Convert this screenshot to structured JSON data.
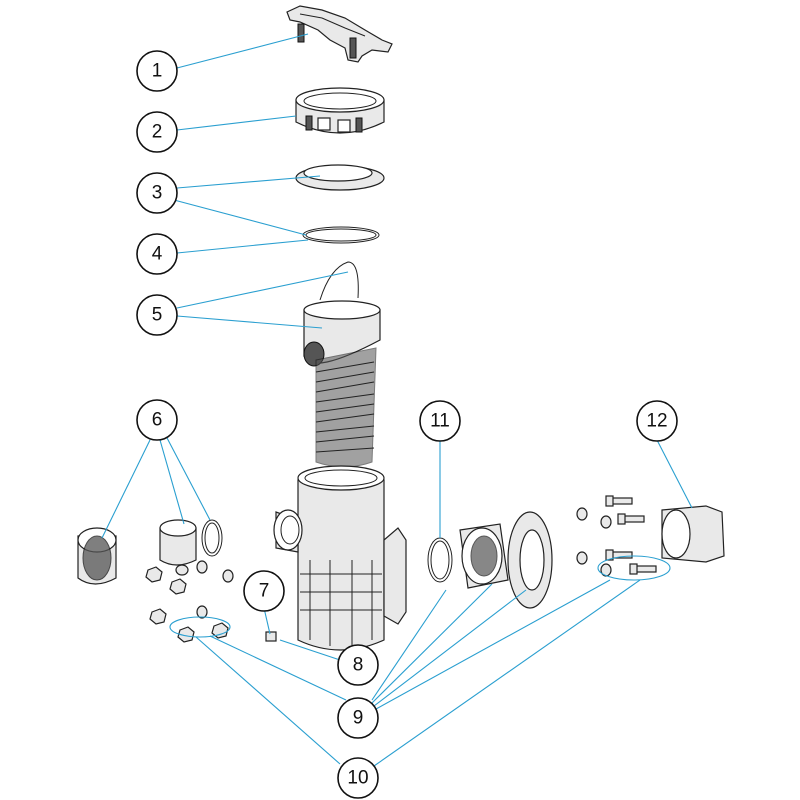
{
  "diagram": {
    "type": "exploded-parts-diagram",
    "colors": {
      "leader": "#2a9fd0",
      "outline": "#222222",
      "fill": "#e9e9e9"
    },
    "callouts": [
      {
        "id": "c1",
        "label": "1"
      },
      {
        "id": "c2",
        "label": "2"
      },
      {
        "id": "c3",
        "label": "3"
      },
      {
        "id": "c4",
        "label": "4"
      },
      {
        "id": "c5",
        "label": "5"
      },
      {
        "id": "c6",
        "label": "6"
      },
      {
        "id": "c7",
        "label": "7"
      },
      {
        "id": "c8",
        "label": "8"
      },
      {
        "id": "c9",
        "label": "9"
      },
      {
        "id": "c10",
        "label": "10"
      },
      {
        "id": "c11",
        "label": "11"
      },
      {
        "id": "c12",
        "label": "12"
      }
    ]
  }
}
